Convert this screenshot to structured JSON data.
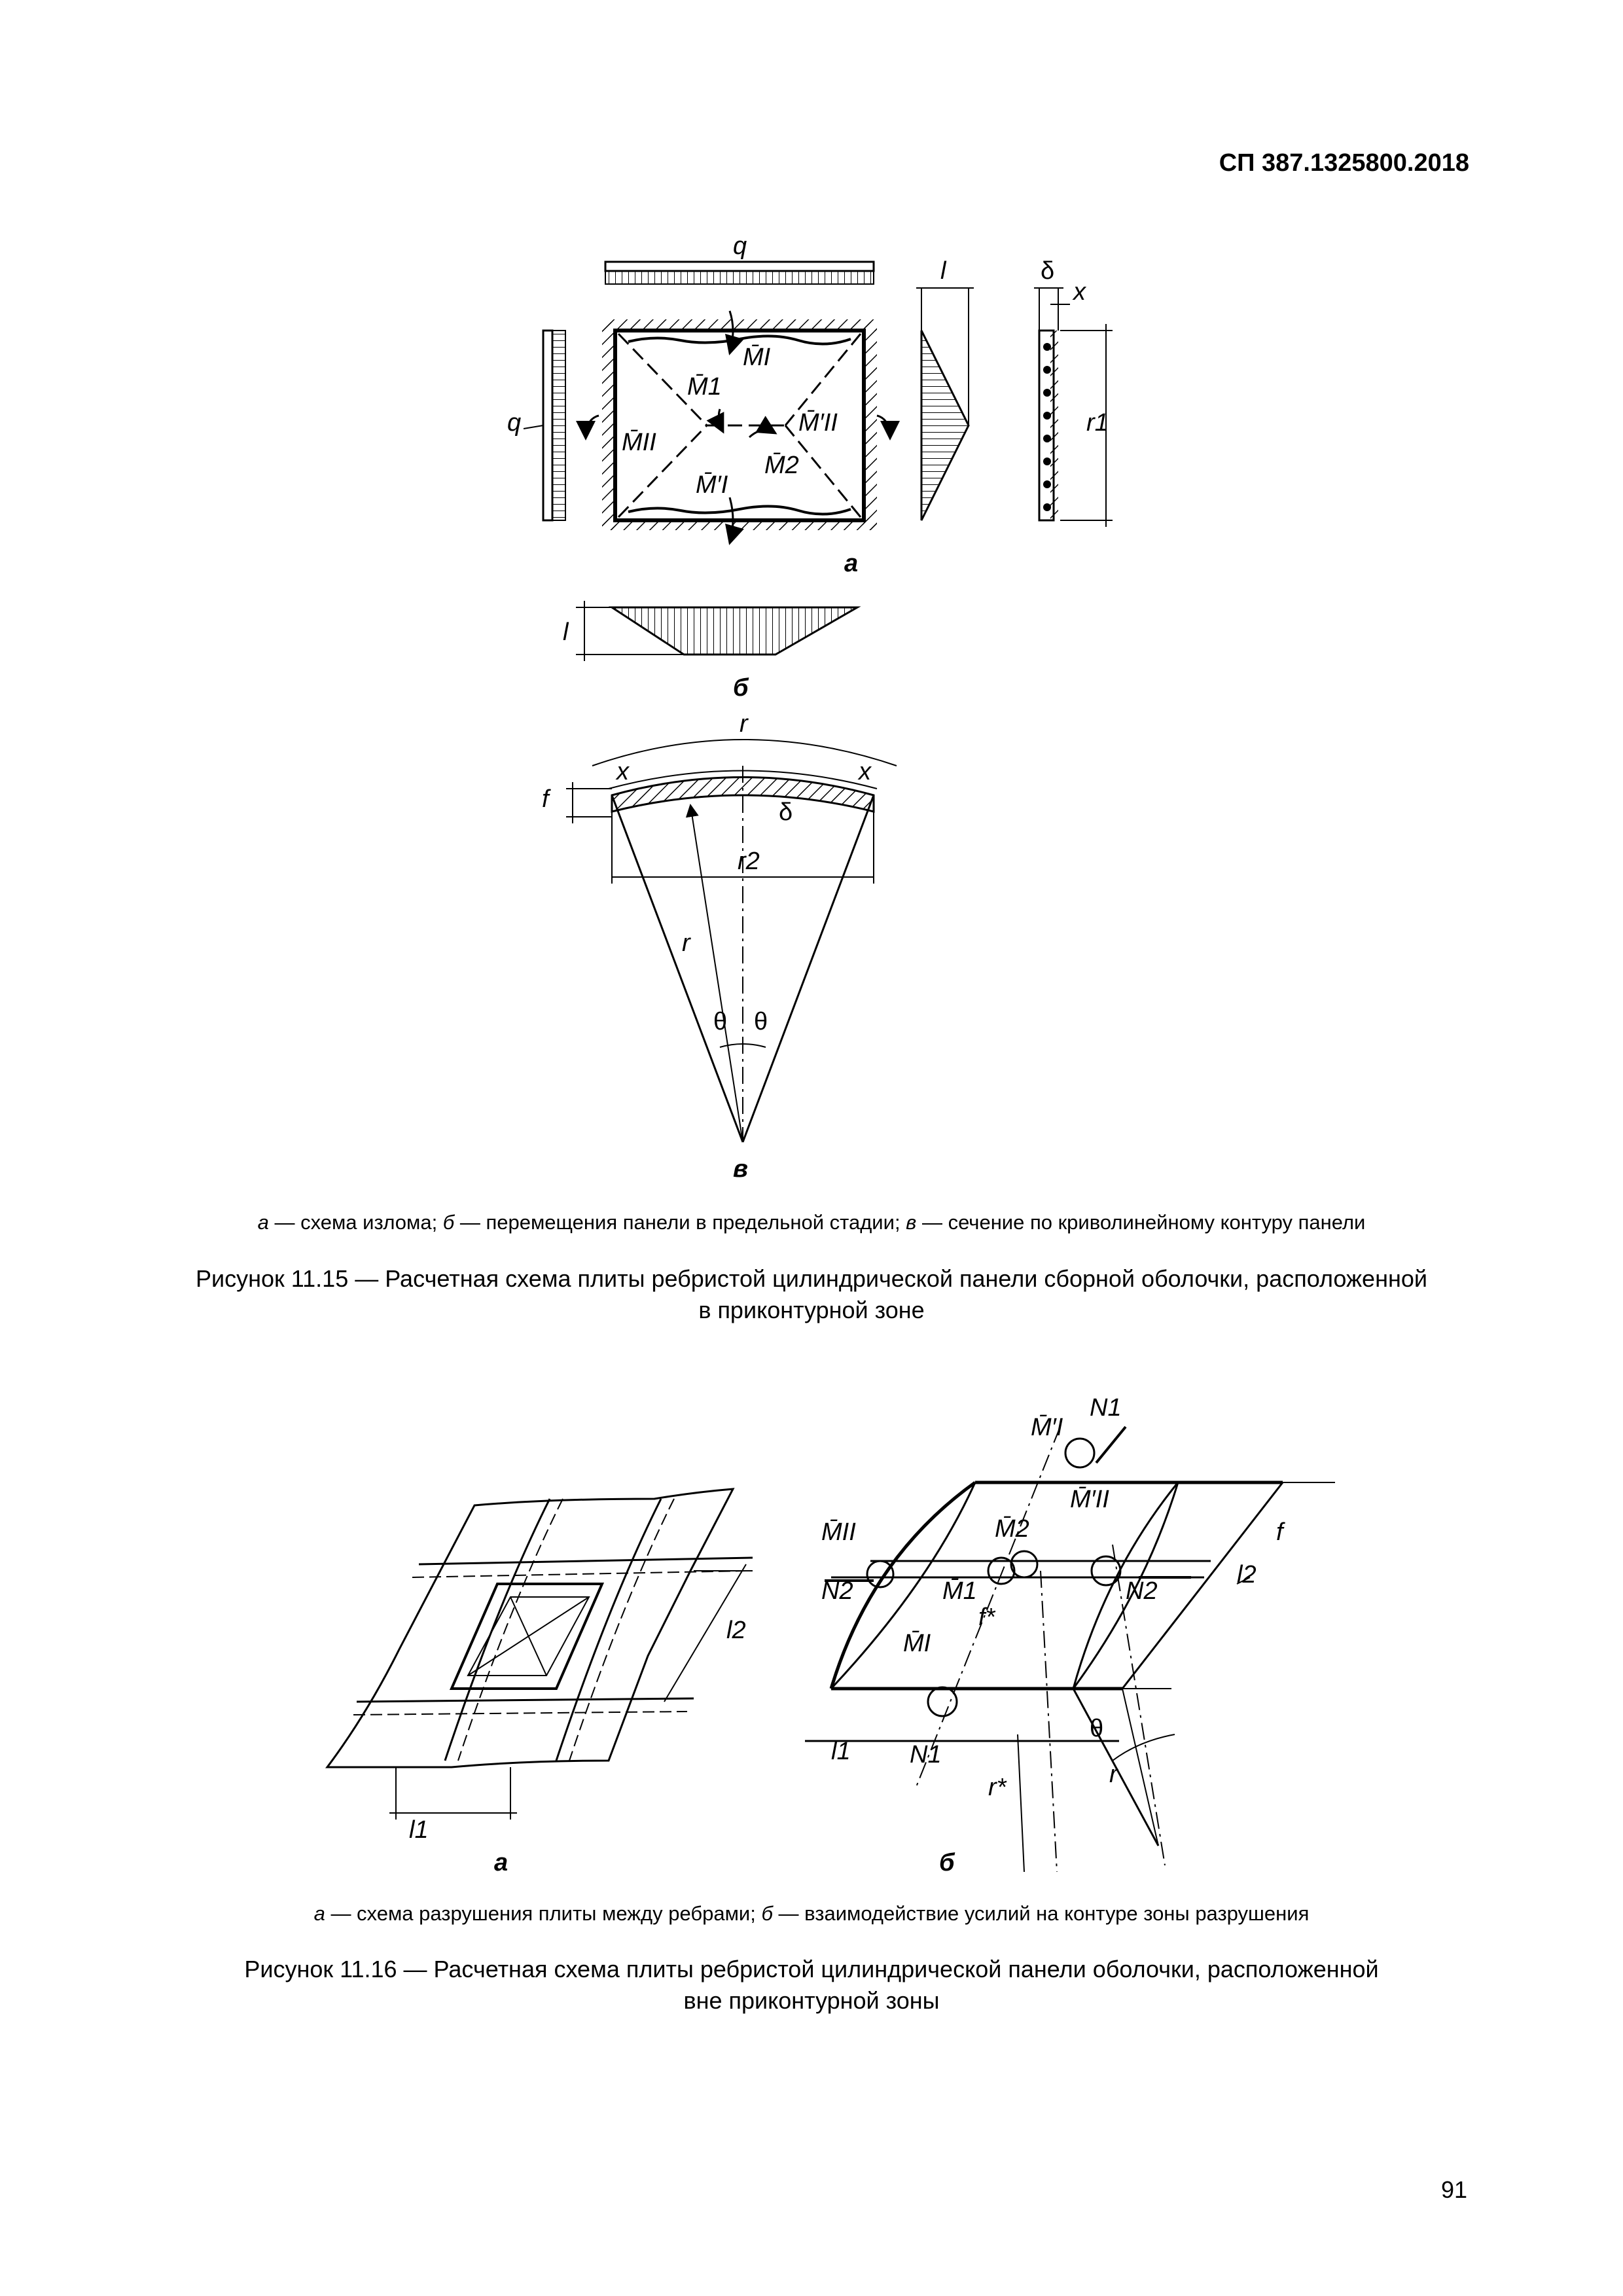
{
  "header": {
    "doc_code": "СП 387.1325800.2018"
  },
  "fig15": {
    "labels": {
      "q_top": "q",
      "q_left": "q",
      "M_I": "M̄I",
      "M_I_prime": "M̄′I",
      "M_II": "M̄II",
      "M_II_prime": "M̄′II",
      "M_1": "M̄1",
      "M_2": "M̄2",
      "l": "l",
      "delta": "δ",
      "x": "x",
      "r1": "r1",
      "r2": "r2",
      "r": "r",
      "f": "f",
      "theta": "θ"
    },
    "panel_letters": {
      "a": "а",
      "b": "б",
      "v": "в"
    },
    "legend": [
      {
        "letter": "а",
        "text": " — схема излома; "
      },
      {
        "letter": "б",
        "text": " — перемещения панели в предельной стадии; "
      },
      {
        "letter": "в",
        "text": " — сечение по криволинейному контуру панели"
      }
    ],
    "caption_line1": "Рисунок 11.15 — Расчетная схема плиты ребристой цилиндрической панели сборной оболочки, расположенной",
    "caption_line2": "в приконтурной зоне"
  },
  "fig16": {
    "labels": {
      "l1": "l1",
      "l2": "l2",
      "N1": "N1",
      "N2": "N2",
      "f": "f",
      "f_star": "f*",
      "r": "r",
      "r_star": "r*",
      "theta": "θ",
      "M_I": "M̄I",
      "M_I_prime": "M̄′I",
      "M_II": "M̄II",
      "M_II_prime": "M̄′II",
      "M_1": "M̄1",
      "M_2": "M̄2"
    },
    "panel_letters": {
      "a": "а",
      "b": "б"
    },
    "legend": [
      {
        "letter": "а",
        "text": " — схема разрушения плиты между ребрами; "
      },
      {
        "letter": "б",
        "text": " — взаимодействие усилий на контуре зоны разрушения"
      }
    ],
    "caption_line1": "Рисунок 11.16 — Расчетная схема плиты ребристой цилиндрической панели оболочки, расположенной",
    "caption_line2": "вне приконтурной зоны"
  },
  "footer": {
    "page_number": "91"
  }
}
